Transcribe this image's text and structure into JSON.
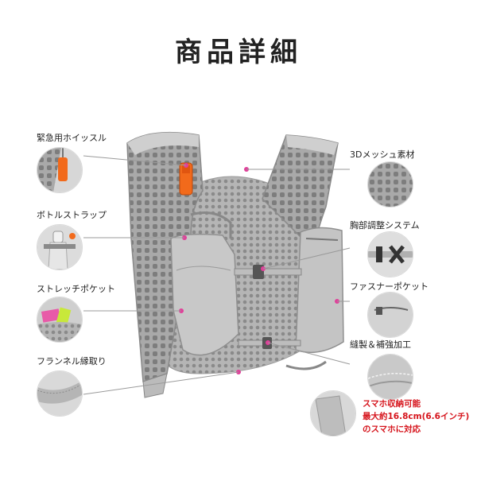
{
  "title": "商品詳細",
  "features_left": [
    {
      "label": "緊急用ホイッスル",
      "icon": "whistle-icon"
    },
    {
      "label": "ボトルストラップ",
      "icon": "bottle-strap-icon"
    },
    {
      "label": "ストレッチポケット",
      "icon": "stretch-pocket-icon"
    },
    {
      "label": "フランネル縁取り",
      "icon": "flannel-trim-icon"
    }
  ],
  "features_right": [
    {
      "label": "3Dメッシュ素材",
      "icon": "mesh-icon"
    },
    {
      "label": "胸部調整システム",
      "icon": "chest-buckle-icon"
    },
    {
      "label": "ファスナーポケット",
      "icon": "zipper-pocket-icon"
    },
    {
      "label": "縫製＆補強加工",
      "icon": "stitching-icon"
    }
  ],
  "phone_note": {
    "line1": "スマホ収納可能",
    "line2": "最大約16.8cm(6.6インチ)",
    "line3": "のスマホに対応"
  },
  "colors": {
    "accent_dot": "#e0409a",
    "note_red": "#d6141c",
    "vest_gray": "#c9c9c9",
    "whistle_orange": "#f26a1b"
  }
}
